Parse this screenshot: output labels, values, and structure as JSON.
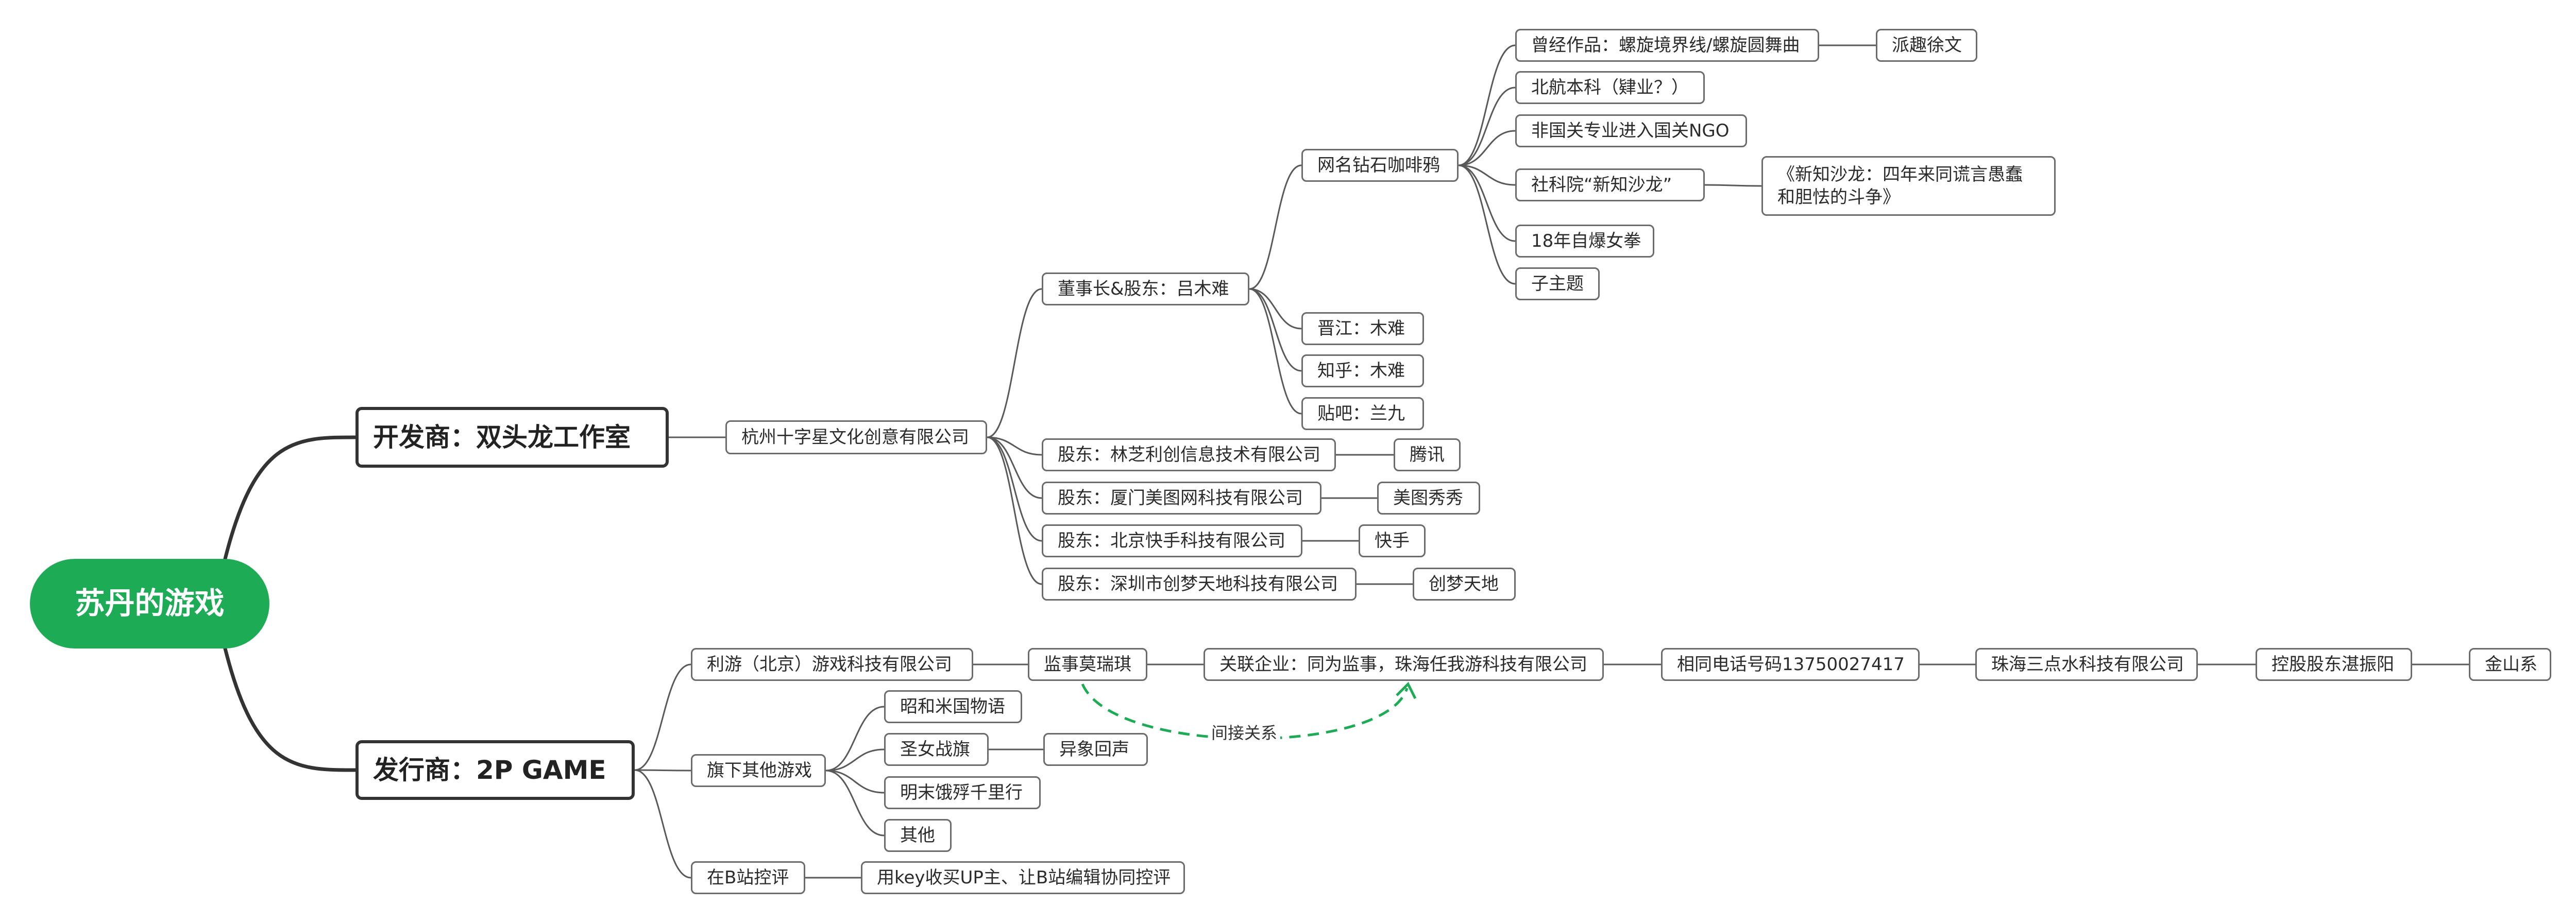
{
  "root": {
    "label": "苏丹的游戏"
  },
  "developer": {
    "label": "开发商：双头龙工作室",
    "company": {
      "label": "杭州十字星文化创意有限公司",
      "chairman": {
        "label": "董事长&股东：吕木难",
        "alias_main": {
          "label": "网名钻石咖啡鸦",
          "children": [
            {
              "label": "曾经作品：螺旋境界线/螺旋圆舞曲",
              "child": "派趣徐文"
            },
            {
              "label": "北航本科（肄业？）"
            },
            {
              "label": "非国关专业进入国关NGO"
            },
            {
              "label": "社科院“新知沙龙”",
              "child": "《新知沙龙：四年来同谎言愚蠢和胆怯的斗争》"
            },
            {
              "label": "18年自爆女拳"
            },
            {
              "label": "子主题"
            }
          ]
        },
        "accounts": [
          "晋江：木难",
          "知乎：木难",
          "贴吧：兰九"
        ]
      },
      "shareholders": [
        {
          "label": "股东：林芝利创信息技术有限公司",
          "owner": "腾讯"
        },
        {
          "label": "股东：厦门美图网科技有限公司",
          "owner": "美图秀秀"
        },
        {
          "label": "股东：北京快手科技有限公司",
          "owner": "快手"
        },
        {
          "label": "股东：深圳市创梦天地科技有限公司",
          "owner": "创梦天地"
        }
      ]
    }
  },
  "publisher": {
    "label": "发行商：2P GAME",
    "company": {
      "label": "利游（北京）游戏科技有限公司",
      "chain": [
        "监事莫瑞琪",
        "关联企业：同为监事，珠海任我游科技有限公司",
        "相同电话号码13750027417",
        "珠海三点水科技有限公司",
        "控股股东湛振阳",
        "金山系"
      ],
      "relation_label": "间接关系"
    },
    "other_games": {
      "label": "旗下其他游戏",
      "games": [
        "昭和米国物语",
        "圣女战旗",
        "明末饿殍千里行",
        "其他"
      ],
      "sequel": "异象回声"
    },
    "bilibili": {
      "label": "在B站控评",
      "detail": "用key收买UP主、让B站编辑协同控评"
    }
  },
  "colors": {
    "root_fill": "#1dac55",
    "main_border": "#333333",
    "node_border": "#6b6b6b",
    "link": "#595959",
    "dashed_relation": "#1dac55"
  }
}
